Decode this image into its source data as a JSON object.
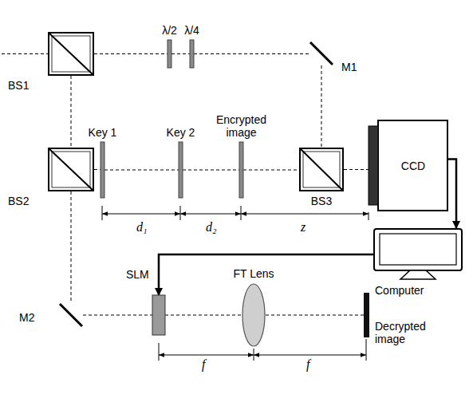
{
  "diagram": {
    "nodes": [
      {
        "text": [
          "BS1"
        ]
      },
      {
        "text": [
          "λ/2"
        ]
      },
      {
        "text": [
          "λ/4"
        ]
      },
      {
        "text": [
          "M1"
        ]
      },
      {
        "text": [
          "BS2"
        ]
      },
      {
        "text": [
          "Key 1"
        ]
      },
      {
        "text": [
          "Key 2"
        ]
      },
      {
        "text": [
          "Encrypted image"
        ]
      },
      {
        "text": [
          "BS3"
        ]
      },
      {
        "text": [
          "CCD"
        ]
      },
      {
        "text": [
          "Computer"
        ]
      },
      {
        "text": [
          "M2"
        ]
      },
      {
        "text": [
          "SLM"
        ]
      },
      {
        "text": [
          "FT Lens"
        ]
      },
      {
        "text": [
          "Decrypted image"
        ]
      }
    ],
    "edges": [
      {
        "from": 0,
        "to": 1,
        "arrow": "none"
      },
      {
        "from": 1,
        "to": 2,
        "arrow": "none"
      },
      {
        "from": 2,
        "to": 3,
        "arrow": "none"
      },
      {
        "from": 3,
        "to": 8,
        "arrow": "none"
      },
      {
        "from": 0,
        "to": 4,
        "arrow": "none"
      },
      {
        "from": 4,
        "to": 5,
        "arrow": "none"
      },
      {
        "from": 5,
        "to": 6,
        "arrow": "none"
      },
      {
        "from": 6,
        "to": 7,
        "arrow": "none"
      },
      {
        "from": 7,
        "to": 8,
        "arrow": "none"
      },
      {
        "from": 8,
        "to": 9,
        "arrow": "none"
      },
      {
        "from": 9,
        "to": 10,
        "arrow": "to"
      },
      {
        "from": 10,
        "to": 12,
        "arrow": "to"
      },
      {
        "from": 4,
        "to": 11,
        "arrow": "none"
      },
      {
        "from": 11,
        "to": 12,
        "arrow": "none"
      },
      {
        "from": 12,
        "to": 13,
        "arrow": "none"
      },
      {
        "from": 13,
        "to": 14,
        "arrow": "none"
      }
    ],
    "labels": [
      "d₁",
      "d₂",
      "z",
      "f",
      "f"
    ]
  }
}
